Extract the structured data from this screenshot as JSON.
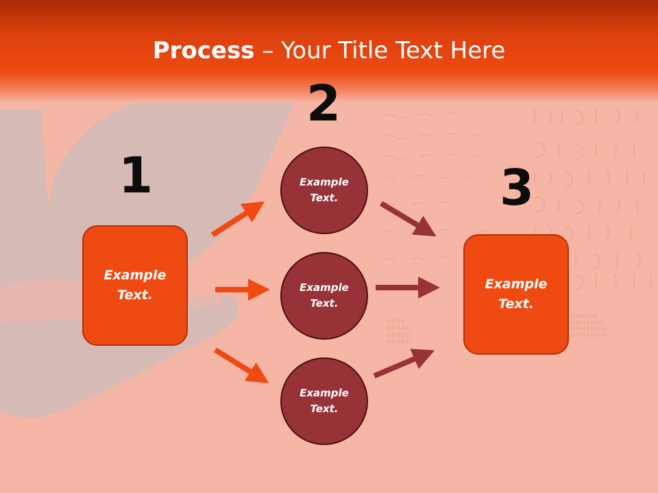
{
  "title": {
    "strong": "Process",
    "rest": " – Your Title Text Here"
  },
  "steps": {
    "one": "1",
    "two": "2",
    "three": "3"
  },
  "nodes": {
    "start_box": "Example\nText.",
    "circle_top": "Example\nText.",
    "circle_middle": "Example\nText.",
    "circle_bottom": "Example\nText.",
    "end_box": "Example\nText."
  },
  "colors": {
    "header": "#ef4a12",
    "box_fill": "#ef4a12",
    "circle_fill": "#973237",
    "arrow_orange": "#ef4a12",
    "arrow_dark": "#973237",
    "number_text": "#0c0c0c"
  },
  "background_watermark": {
    "labels": [
      "ARAB",
      "ARABE",
      "ARABIC",
      "ARABE",
      "ARMENI",
      "ARMENIO",
      "ARMENIAN",
      "ARMENIEN"
    ]
  }
}
